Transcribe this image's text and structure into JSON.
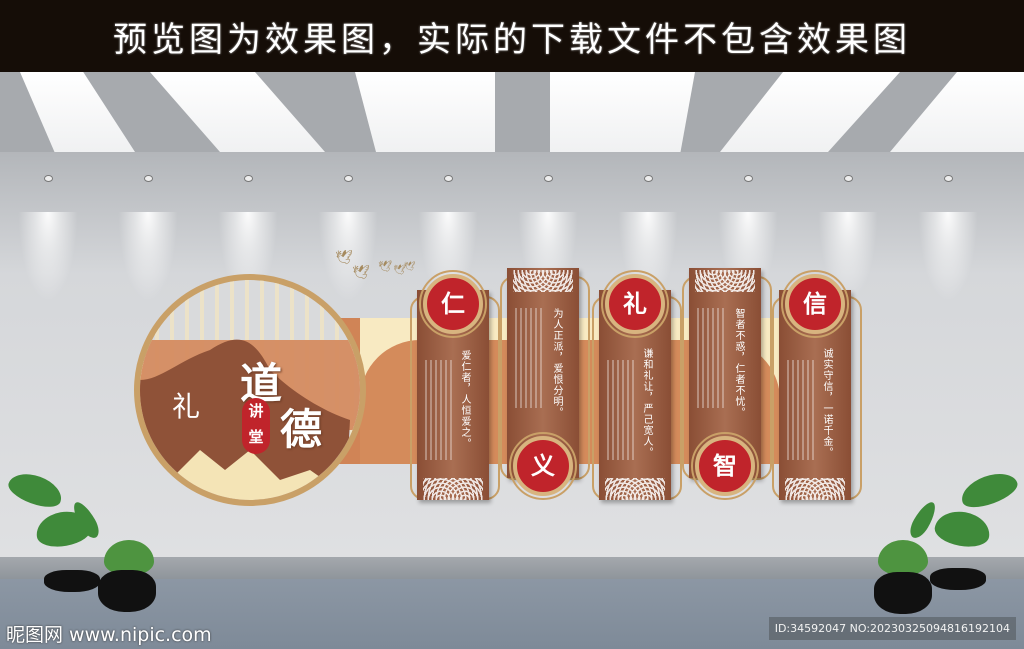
{
  "banner": {
    "text": "预览图为效果图，实际的下载文件不包含效果图"
  },
  "display": {
    "title_char_1": "道",
    "title_char_2": "德",
    "seal_text": "讲堂",
    "calligraphy_mark": "礼",
    "steles": [
      {
        "char": "仁",
        "verse": "爱仁者，人恒爱之。",
        "medal_position": "top"
      },
      {
        "char": "义",
        "verse": "为人正派，爱恨分明。",
        "medal_position": "bottom"
      },
      {
        "char": "礼",
        "verse": "谦和礼让，严己宽人。",
        "medal_position": "top"
      },
      {
        "char": "智",
        "verse": "智者不惑，仁者不忧。",
        "medal_position": "bottom"
      },
      {
        "char": "信",
        "verse": "诚实守信，一诺千金。",
        "medal_position": "top"
      }
    ]
  },
  "watermark": {
    "left": "昵图网 www.nipic.com",
    "right": "ID:34592047 NO:20230325094816192104"
  },
  "colors": {
    "brown": "#9a5d42",
    "red": "#c0242b",
    "gold": "#c9a067",
    "cream": "#f8eac2",
    "orange": "#d08456",
    "banner_bg": "#150d07"
  }
}
